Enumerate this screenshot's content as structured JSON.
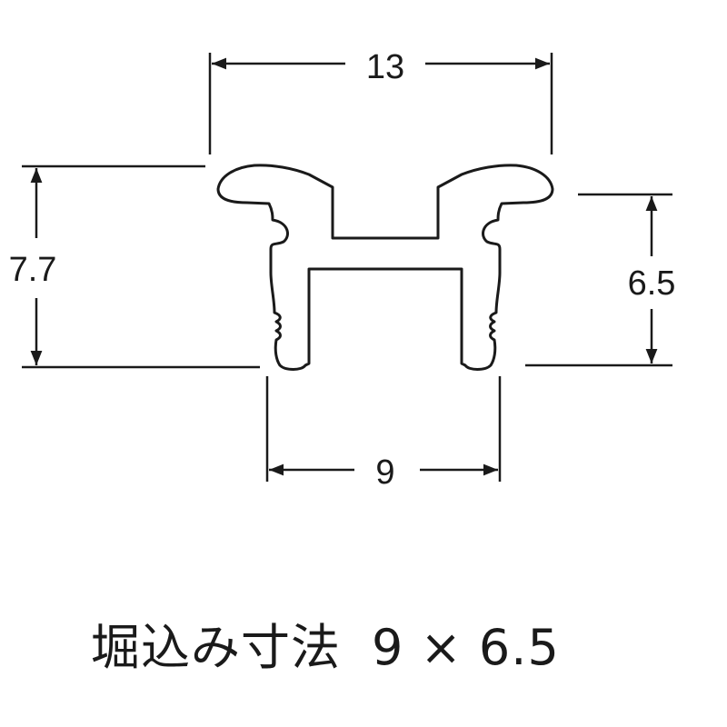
{
  "diagram": {
    "dimensions": {
      "top_width": "13",
      "left_height": "7.7",
      "right_height": "6.5",
      "bottom_width": "9"
    }
  },
  "caption": {
    "label": "堀込み寸法",
    "value": "9 × 6.5"
  },
  "colors": {
    "line": "#1a1a1a",
    "background": "#ffffff"
  }
}
